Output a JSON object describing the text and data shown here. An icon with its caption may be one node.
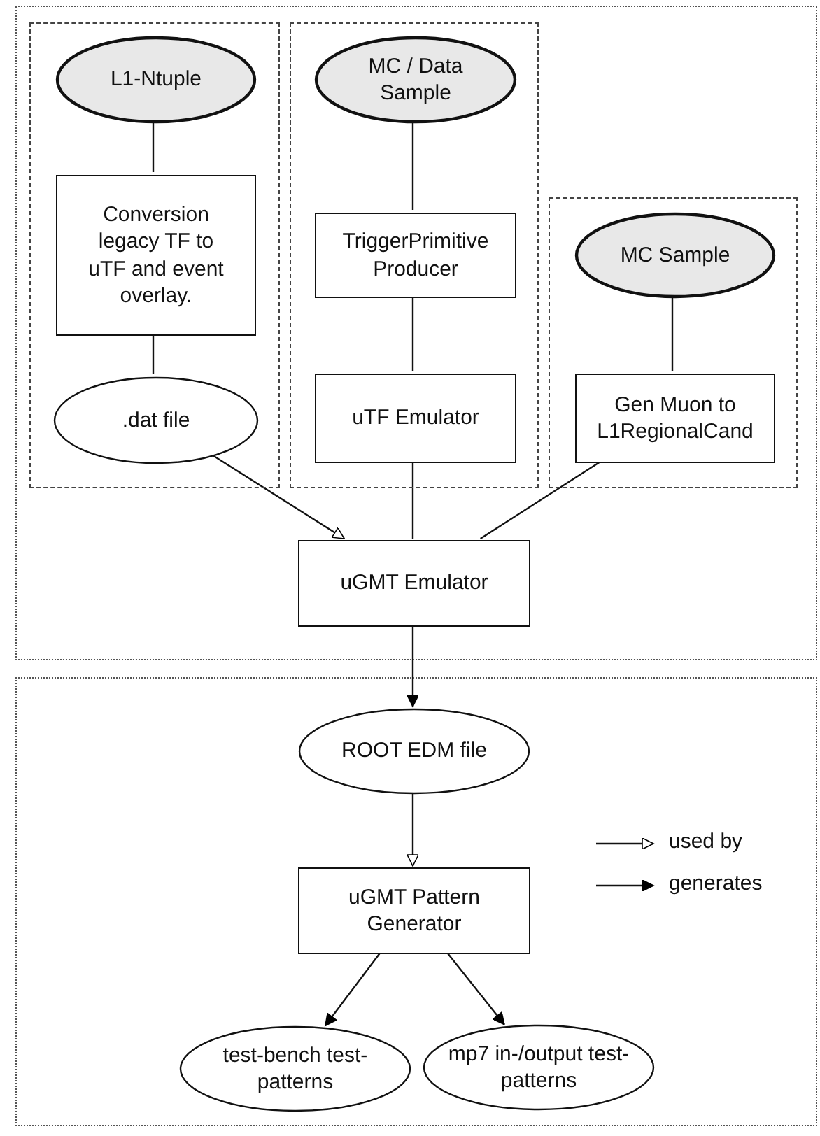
{
  "diagram": {
    "nodes": [
      {
        "text": [],
        "shape": "box"
      },
      {
        "text": [],
        "shape": "box",
        "in": 0
      },
      {
        "text": [
          "L1-Ntuple"
        ],
        "in": 1
      },
      {
        "text": [
          "Conversion legacy TF to uTF and event overlay."
        ],
        "in": 1
      },
      {
        "text": [
          ".dat file"
        ],
        "in": 1
      },
      {
        "text": [],
        "shape": "box",
        "in": 0
      },
      {
        "text": [
          "MC / Data Sample"
        ],
        "in": 5
      },
      {
        "text": [
          "TriggerPrimitive Producer"
        ],
        "in": 5
      },
      {
        "text": [
          "uTF Emulator"
        ],
        "in": 5
      },
      {
        "text": [],
        "shape": "box",
        "in": 0
      },
      {
        "text": [
          "MC Sample"
        ],
        "in": 9
      },
      {
        "text": [
          "Gen Muon to L1RegionalCand"
        ],
        "in": 9
      },
      {
        "text": [
          "uGMT Emulator"
        ],
        "in": 0
      },
      {
        "text": [],
        "shape": "box"
      },
      {
        "text": [
          "ROOT EDM file"
        ],
        "in": 13
      },
      {
        "text": [
          "uGMT Pattern Generator"
        ],
        "in": 13
      },
      {
        "text": [
          "test-bench test-patterns"
        ],
        "in": 13
      },
      {
        "text": [
          "mp7 in-/output test-patterns"
        ],
        "in": 13
      }
    ],
    "edges": [
      {
        "from": 2,
        "to": 3,
        "arrow": "none"
      },
      {
        "from": 3,
        "to": 4,
        "arrow": "none"
      },
      {
        "from": 4,
        "to": 12,
        "arrow": "to"
      },
      {
        "from": 6,
        "to": 7,
        "arrow": "none"
      },
      {
        "from": 7,
        "to": 8,
        "arrow": "none"
      },
      {
        "from": 8,
        "to": 12,
        "arrow": "none"
      },
      {
        "from": 10,
        "to": 11,
        "arrow": "none"
      },
      {
        "from": 11,
        "to": 12,
        "arrow": "none"
      },
      {
        "from": 12,
        "to": 14,
        "arrow": "to"
      },
      {
        "from": 14,
        "to": 15,
        "arrow": "to"
      },
      {
        "from": 15,
        "to": 16,
        "arrow": "to"
      },
      {
        "from": 15,
        "to": 17,
        "arrow": "to"
      }
    ],
    "legend": [
      {
        "text": "used by"
      },
      {
        "text": "generates"
      }
    ]
  }
}
